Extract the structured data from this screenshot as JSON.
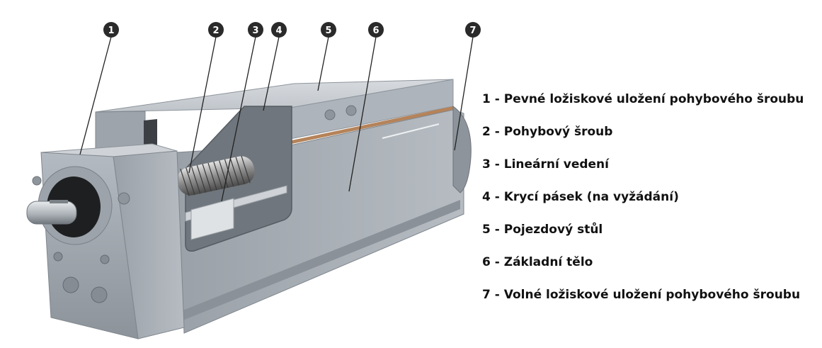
{
  "callouts": [
    {
      "num": "1",
      "text": "Pevné ložiskové uložení pohybového šroubu"
    },
    {
      "num": "2",
      "text": "Pohybový šroub"
    },
    {
      "num": "3",
      "text": "Lineární vedení"
    },
    {
      "num": "4",
      "text": "Krycí pásek (na vyžádání)"
    },
    {
      "num": "5",
      "text": "Pojezdový stůl"
    },
    {
      "num": "6",
      "text": "Základní tělo"
    },
    {
      "num": "7",
      "text": "Volné ložiskové uložení pohybového šroubu"
    }
  ],
  "legend_separator": " - ",
  "colors": {
    "marker_fill": "#2a2a2a",
    "marker_text": "#ffffff",
    "leader_line": "#222222",
    "housing_light": "#c9cdd2",
    "housing_mid": "#a9afb6",
    "housing_dark": "#7f868d",
    "cover_strip": "#b5835a"
  }
}
